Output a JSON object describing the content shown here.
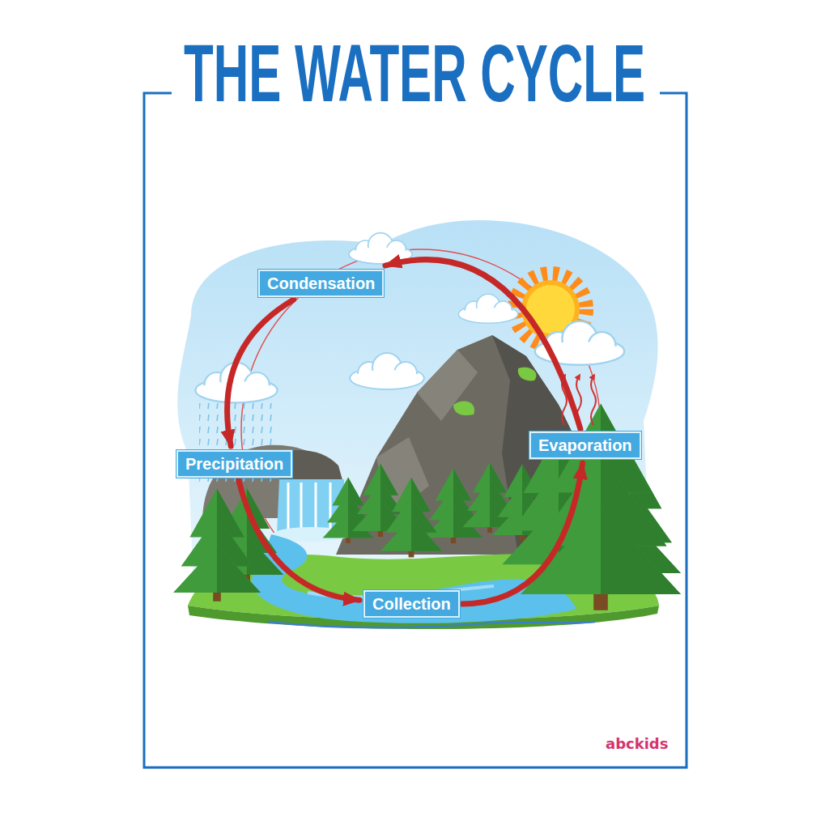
{
  "diagram": {
    "title": "THE WATER CYCLE",
    "nodes": [
      {
        "text": [
          "Condensation"
        ]
      },
      {
        "text": [
          "Evaporation"
        ]
      },
      {
        "text": [
          "Precipitation"
        ]
      },
      {
        "text": [
          "Collection"
        ]
      }
    ],
    "edges": [
      {
        "from": 1,
        "to": 0,
        "arrow": "to"
      },
      {
        "from": 0,
        "to": 2,
        "arrow": "to"
      },
      {
        "from": 2,
        "to": 3,
        "arrow": "to"
      },
      {
        "from": 3,
        "to": 1,
        "arrow": "to"
      }
    ],
    "labels": [
      "abckids"
    ]
  }
}
